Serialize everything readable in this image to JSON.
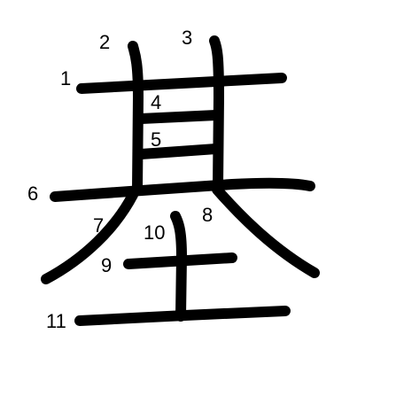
{
  "character": "基",
  "stroke_color": "#000000",
  "background_color": "#ffffff",
  "strokes": [
    {
      "order": "1"
    },
    {
      "order": "2"
    },
    {
      "order": "3"
    },
    {
      "order": "4"
    },
    {
      "order": "5"
    },
    {
      "order": "6"
    },
    {
      "order": "7"
    },
    {
      "order": "8"
    },
    {
      "order": "9"
    },
    {
      "order": "10"
    },
    {
      "order": "11"
    }
  ]
}
